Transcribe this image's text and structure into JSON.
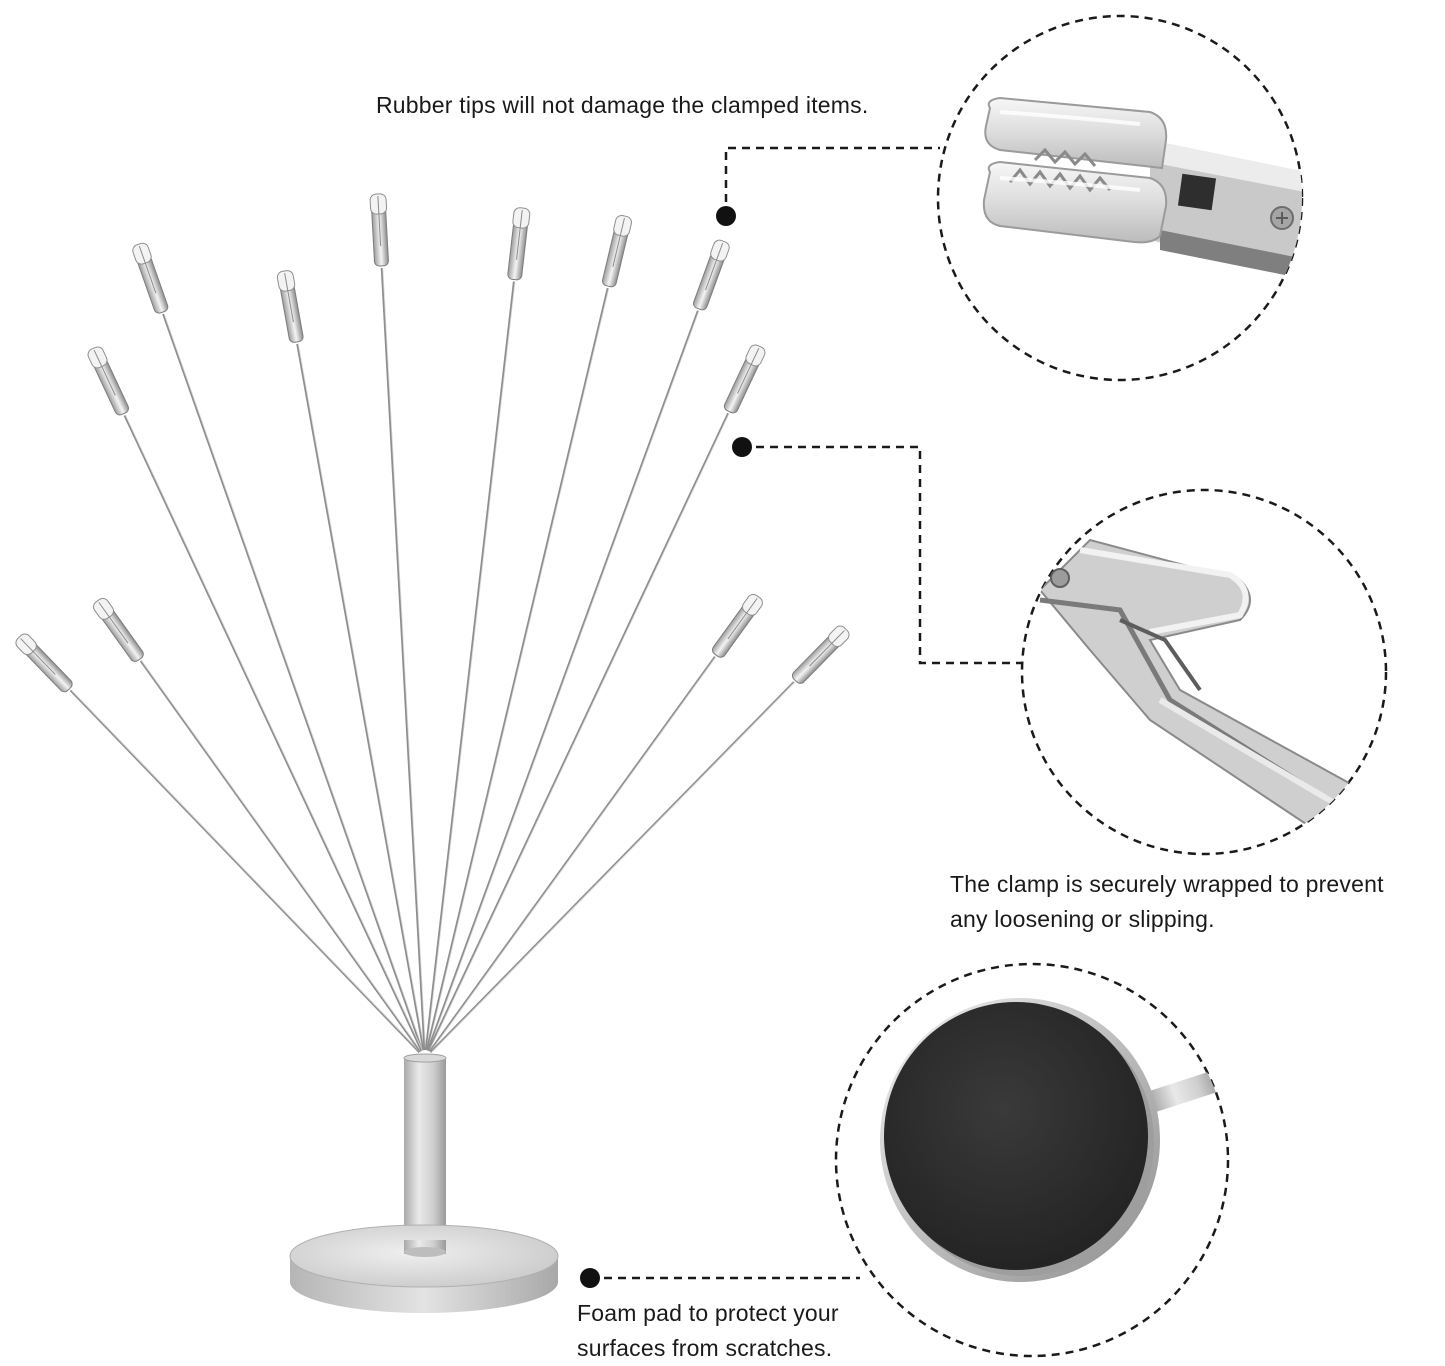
{
  "callouts": {
    "rubber_tips": {
      "text": "Rubber tips will not damage the clamped items."
    },
    "clamp_wrap": {
      "line1": "The clamp is securely wrapped to prevent",
      "line2": "any loosening or slipping."
    },
    "foam_pad": {
      "line1": "Foam pad to protect your",
      "line2": "surfaces from scratches."
    }
  },
  "colors": {
    "background": "#ffffff",
    "text": "#1a1a1a",
    "metal_light": "#e6e6e6",
    "metal_mid": "#c8c8c8",
    "metal_dark": "#8a8a8a",
    "foam_pad": "#2b2b2b",
    "dash_line": "#1a1a1a"
  },
  "icons": {
    "callout_dot": "dot-marker-icon"
  }
}
